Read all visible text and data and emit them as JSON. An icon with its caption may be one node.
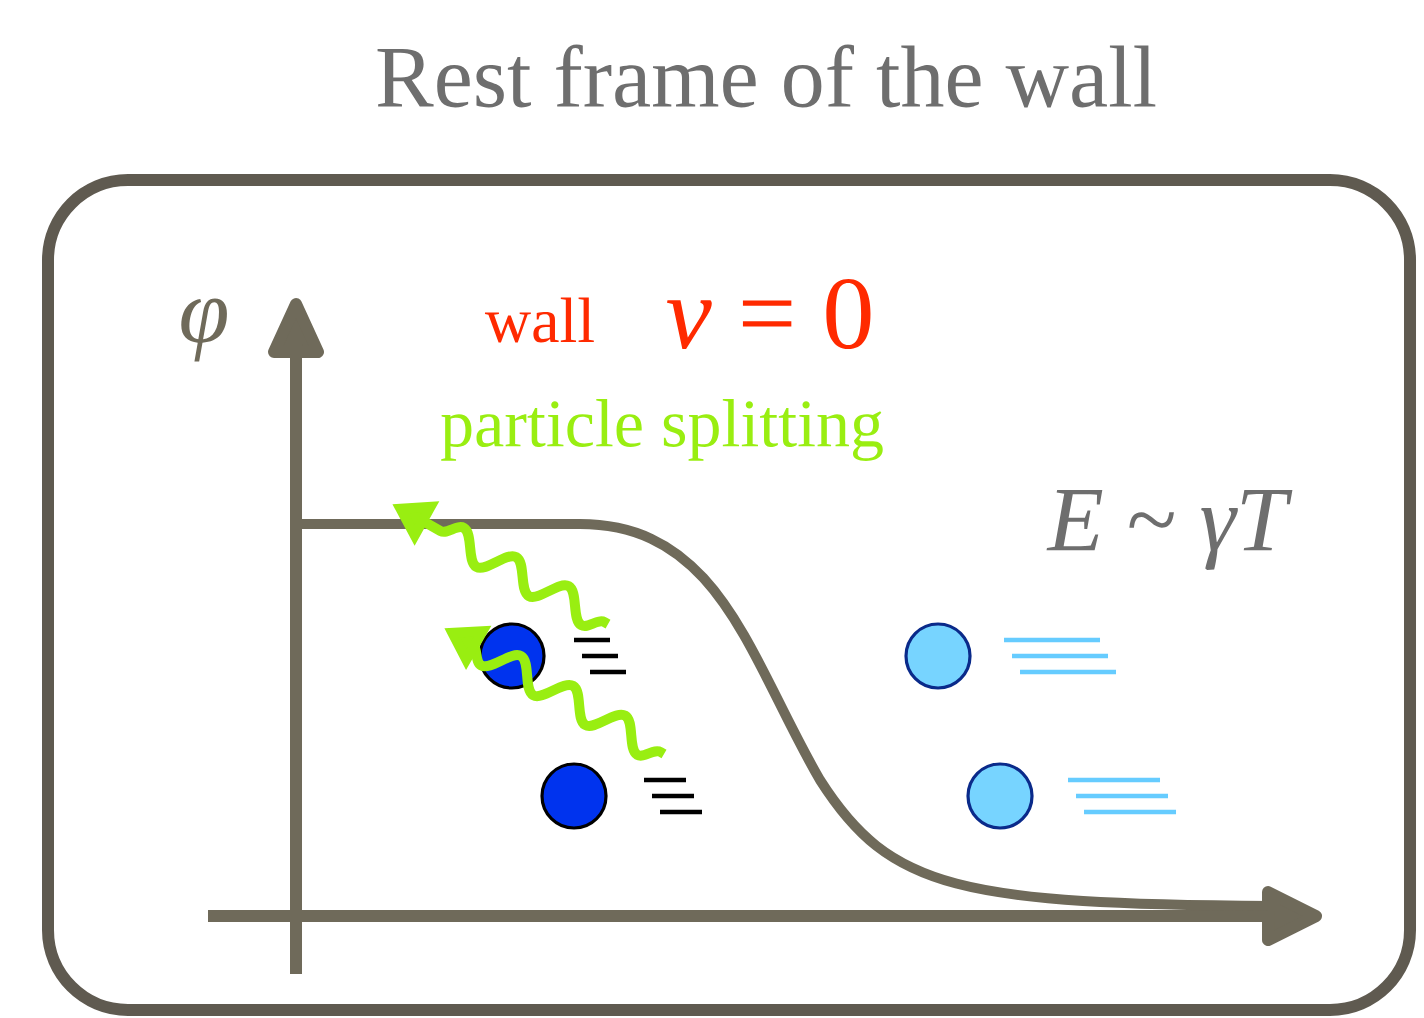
{
  "diagram": {
    "title": "Rest frame of the wall",
    "labels": [
      "φ",
      "wall",
      "*v* = 0",
      "particle splitting",
      "*E* ~ *γT*"
    ]
  }
}
